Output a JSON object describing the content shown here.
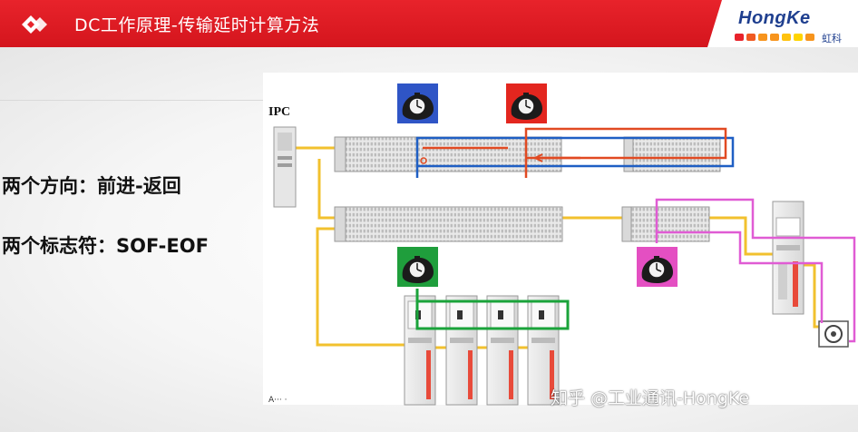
{
  "header": {
    "title": "DC工作原理-传输延时计算方法",
    "brand_name": "HongKe",
    "brand_sub": "虹科",
    "brand_dot_colors": [
      "#e8232b",
      "#f05a22",
      "#f7941d",
      "#f7941d",
      "#ffc20e",
      "#ffd400",
      "#f7941d"
    ]
  },
  "points": {
    "directions": "两个方向：前进-返回",
    "markers": "两个标志符：SOF-EOF"
  },
  "diagram": {
    "ipc_label": "IPC",
    "bottom_label": "A··· ·",
    "line_colors": {
      "ethercat": "#f2c12e",
      "blue_path": "#1f5fc4",
      "red_path": "#e14a22",
      "green_path": "#1aa33a",
      "magenta_path": "#e05cd4"
    },
    "stopwatch_colors": {
      "blue": "#2f55c6",
      "red": "#e3261f",
      "green": "#1f9e3c",
      "magenta": "#e44fc2"
    },
    "stopwatch_icon": "stopwatch-in-hand-icon"
  },
  "watermark": "知乎 @工业通讯-HongKe"
}
